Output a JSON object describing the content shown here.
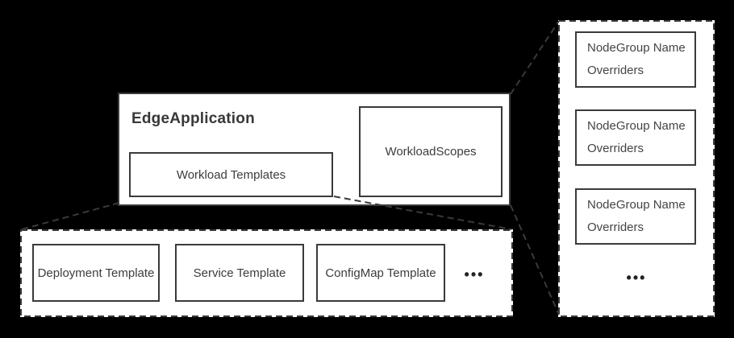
{
  "colors": {
    "canvas_background": "#000000",
    "panel_background": "#ffffff",
    "border": "#3a3a3a",
    "text": "#3d3d3d"
  },
  "edge_application": {
    "title": "EdgeApplication",
    "workload_templates_label": "Workload Templates",
    "workload_scopes_label": "WorkloadScopes"
  },
  "workload_templates_detail": {
    "items": [
      "Deployment Template",
      "Service Template",
      "ConfigMap Template"
    ],
    "ellipsis": "•••"
  },
  "workload_scopes_detail": {
    "items": [
      {
        "line1": "NodeGroup Name",
        "line2": "Overriders"
      },
      {
        "line1": "NodeGroup Name",
        "line2": "Overriders"
      },
      {
        "line1": "NodeGroup Name",
        "line2": "Overriders"
      }
    ],
    "ellipsis": "•••"
  }
}
